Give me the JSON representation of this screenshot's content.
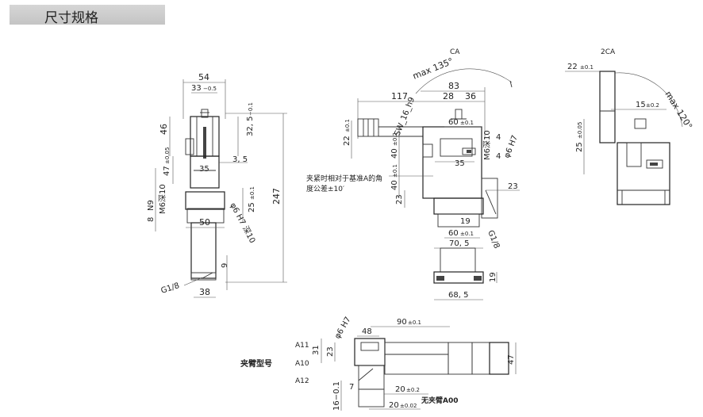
{
  "header": {
    "title": "尺寸规格"
  },
  "front_view": {
    "dims": {
      "d54": "54",
      "d33": "33",
      "d33_tol": "−0.5",
      "d46": "46",
      "d32_5": "32, 5",
      "d32_5_tol": "−0.1",
      "d47": "47",
      "d47_tol": "±0.05",
      "d3_5": "3, 5",
      "d35": "35",
      "d25": "25",
      "d25_tol": "±0.1",
      "d247": "247",
      "d50": "50",
      "d9": "9",
      "d38": "38",
      "d8": "8",
      "n9": "N9"
    },
    "labels": {
      "m6": "M6深10",
      "phi6": "φ6 H7 深10",
      "g18": "G1/8"
    }
  },
  "side_view": {
    "top_label": "CA",
    "max_angle": "max 135°",
    "dims": {
      "d83": "83",
      "d117": "117",
      "d28": "28",
      "d36": "36",
      "sw": "SW_16_h9",
      "d60a": "60",
      "d60a_tol": "±0.1",
      "d22": "22",
      "d22_tol": "±0.1",
      "d40a": "40",
      "d40a_tol": "±0.2",
      "d40b": "40",
      "d40b_tol": "±0.1",
      "d4a": "4",
      "d4b": "4",
      "d35": "35",
      "d23a": "23",
      "d23b": "23",
      "d19a": "19",
      "d60b": "60",
      "d60b_tol": "±0.1",
      "d70_5": "70, 5",
      "d19b": "19",
      "d68_5": "68, 5"
    },
    "labels": {
      "m6": "M6深10",
      "phi6": "φ6 H7",
      "g18": "G1/8"
    },
    "note_line1": "夹紧时相对于基准A的角",
    "note_line2": "度公差±10′"
  },
  "right_view": {
    "top_label": "2CA",
    "max_angle": "max 120°",
    "dims": {
      "d22": "22",
      "d22_tol": "±0.1",
      "d15": "15",
      "d15_tol": "±0.2",
      "d25": "25",
      "d25_tol": "±0.05"
    }
  },
  "arm_view": {
    "title": "夹臂型号",
    "models": [
      "A11",
      "A10",
      "A12"
    ],
    "dims": {
      "phi6": "φ6 H7",
      "d48": "48",
      "d90": "90",
      "d90_tol": "±0.1",
      "d31": "31",
      "d23": "23",
      "d7": "7",
      "d16": "16−0.1",
      "d20a": "20",
      "d20a_tol": "±0.2",
      "d20b": "20",
      "d20b_tol": "±0.02",
      "d47": "47"
    },
    "note": "无夹臂A00"
  }
}
